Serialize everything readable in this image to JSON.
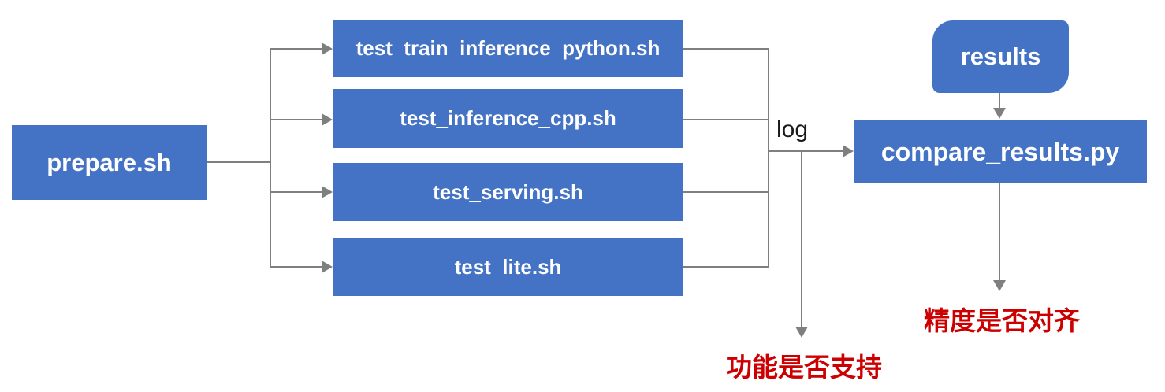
{
  "diagram": {
    "title": "test pipeline flowchart",
    "colors": {
      "node_fill": "#4472C4",
      "node_text": "#FFFFFF",
      "connector_gray": "#7F7F7F",
      "annotation_red": "#CC0000",
      "log_text_black": "#1A1A1A",
      "background": "#FFFFFF"
    },
    "nodes": {
      "prepare": {
        "label": "prepare.sh",
        "shape": "rectangle"
      },
      "tests": [
        {
          "label": "test_train_inference_python.sh",
          "shape": "rectangle"
        },
        {
          "label": "test_inference_cpp.sh",
          "shape": "rectangle"
        },
        {
          "label": "test_serving.sh",
          "shape": "rectangle"
        },
        {
          "label": "test_lite.sh",
          "shape": "rectangle"
        }
      ],
      "results": {
        "label": "results",
        "shape": "round-diagonal-corner-rectangle"
      },
      "compare": {
        "label": "compare_results.py",
        "shape": "rectangle"
      }
    },
    "labels": {
      "log": "log",
      "function_check": "功能是否支持",
      "precision_check": "精度是否对齐"
    },
    "edges": [
      "prepare.sh -> test_train_inference_python.sh",
      "prepare.sh -> test_inference_cpp.sh",
      "prepare.sh -> test_serving.sh",
      "prepare.sh -> test_lite.sh",
      "tests -> log -> compare_results.py",
      "log -> 功能是否支持",
      "results -> compare_results.py",
      "compare_results.py -> 精度是否对齐"
    ]
  }
}
